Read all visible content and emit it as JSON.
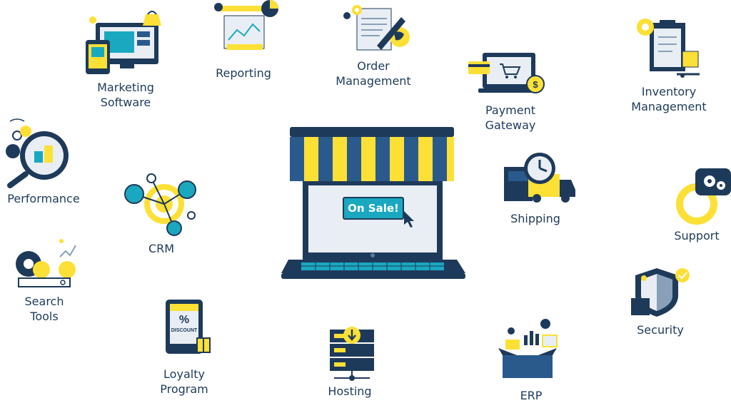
{
  "center": {
    "sale_label": "On Sale!"
  },
  "features": [
    {
      "key": "marketing-software",
      "label_lines": [
        "Marketing",
        "Software"
      ]
    },
    {
      "key": "reporting",
      "label_lines": [
        "Reporting"
      ]
    },
    {
      "key": "order-management",
      "label_lines": [
        "Order",
        "Management"
      ]
    },
    {
      "key": "payment-gateway",
      "label_lines": [
        "Payment",
        "Gateway"
      ]
    },
    {
      "key": "inventory-management",
      "label_lines": [
        "Inventory",
        "Management"
      ]
    },
    {
      "key": "performance",
      "label_lines": [
        "Performance"
      ]
    },
    {
      "key": "crm",
      "label_lines": [
        "CRM"
      ]
    },
    {
      "key": "shipping",
      "label_lines": [
        "Shipping"
      ]
    },
    {
      "key": "support",
      "label_lines": [
        "Support"
      ]
    },
    {
      "key": "search-tools",
      "label_lines": [
        "Search",
        "Tools"
      ]
    },
    {
      "key": "security",
      "label_lines": [
        "Security"
      ]
    },
    {
      "key": "loyalty-program",
      "label_lines": [
        "Loyalty",
        "Program"
      ]
    },
    {
      "key": "hosting",
      "label_lines": [
        "Hosting"
      ]
    },
    {
      "key": "erp",
      "label_lines": [
        "ERP"
      ]
    }
  ],
  "loyalty_icon_text": {
    "percent": "%",
    "discount": "DISCOUNT"
  },
  "colors": {
    "navy": "#1e3a5a",
    "yellow": "#fde036",
    "blue": "#2a5a8c",
    "teal": "#1aa8c0",
    "light": "#e8eef4"
  }
}
